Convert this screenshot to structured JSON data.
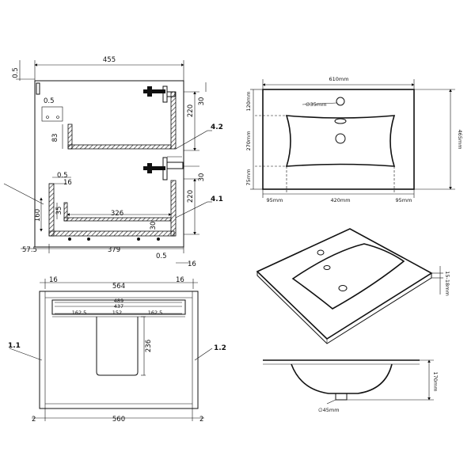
{
  "side_view": {
    "dims": {
      "width_top": "455",
      "offset_top": "0.5",
      "inner_offset": "0.5",
      "height_upper": "220",
      "gap_upper": "30",
      "height_lower": "220",
      "gap_lower": "30",
      "drawer_side": "83",
      "drawer_height": "160",
      "drawer_small": "35",
      "lower_offset": "0.5",
      "lower_side": "16",
      "drawer_depth": "326",
      "drawer_bottom": "30",
      "bottom_left": "57.5",
      "bottom_depth": "379",
      "bottom_offset": "0.5",
      "bottom_side": "16"
    },
    "callouts": {
      "upper": "4.2",
      "lower": "4.1"
    }
  },
  "front_view": {
    "dims": {
      "side_left": "16",
      "overall_top": "564",
      "side_right": "16",
      "inner_1": "489",
      "inner_2": "437",
      "seg_left": "162.5",
      "seg_mid": "152",
      "seg_right": "162.5",
      "cutout_height": "236",
      "base_left": "2",
      "base_width": "560",
      "base_right": "2"
    },
    "callouts": {
      "left": "1.1",
      "right": "1.2"
    }
  },
  "basin_top_view": {
    "dims": {
      "width": "610mm",
      "depth": "465mm",
      "front_margin": "120mm",
      "bowl_depth": "270mm",
      "back_margin": "75mm",
      "left_margin": "95mm",
      "bowl_width": "420mm",
      "right_margin": "95mm",
      "tap_hole": "∅35mm"
    }
  },
  "basin_iso_view": {
    "dims": {
      "rim_thickness": "15-18mm"
    }
  },
  "basin_section_view": {
    "dims": {
      "bowl_depth": "170mm",
      "waste_hole": "∅45mm"
    }
  }
}
